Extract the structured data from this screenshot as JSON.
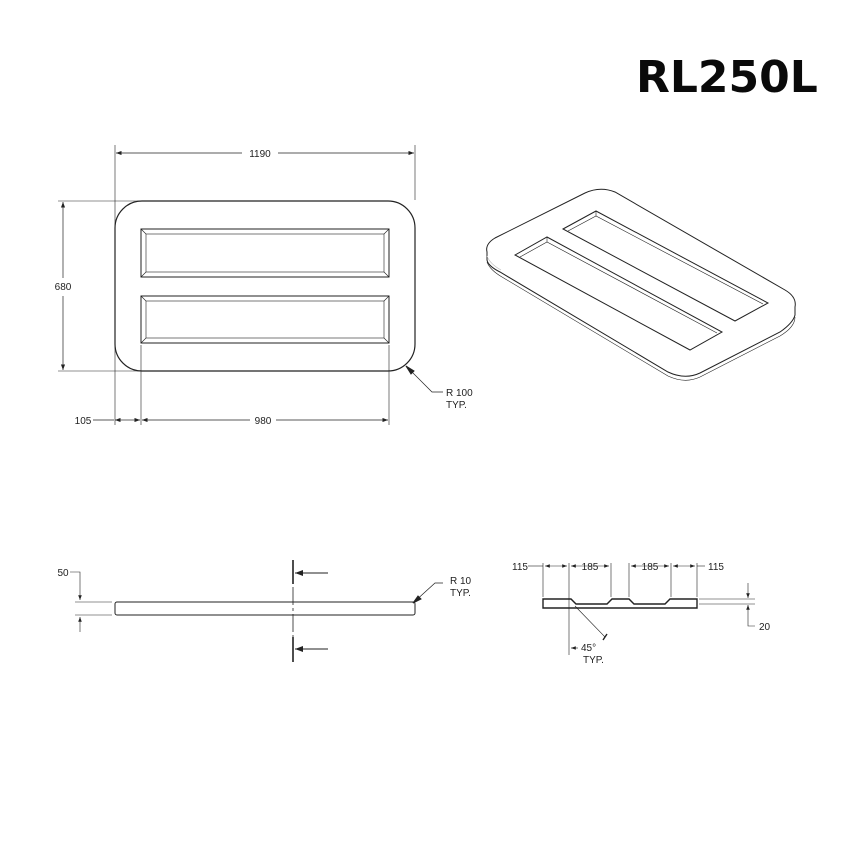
{
  "title": "RL250L",
  "top_view": {
    "overall_width": "1190",
    "overall_height": "680",
    "edge_offset": "105",
    "recess_length": "980",
    "corner_radius_label": "R 100",
    "corner_radius_note": "TYP."
  },
  "side_view": {
    "thickness": "50",
    "edge_radius_label": "R 10",
    "edge_radius_note": "TYP."
  },
  "section_view": {
    "dims": [
      "115",
      "185",
      "185",
      "115"
    ],
    "depth": "20",
    "angle_label": "45°",
    "angle_note": "TYP."
  },
  "colors": {
    "line": "#222222",
    "background": "#ffffff"
  }
}
